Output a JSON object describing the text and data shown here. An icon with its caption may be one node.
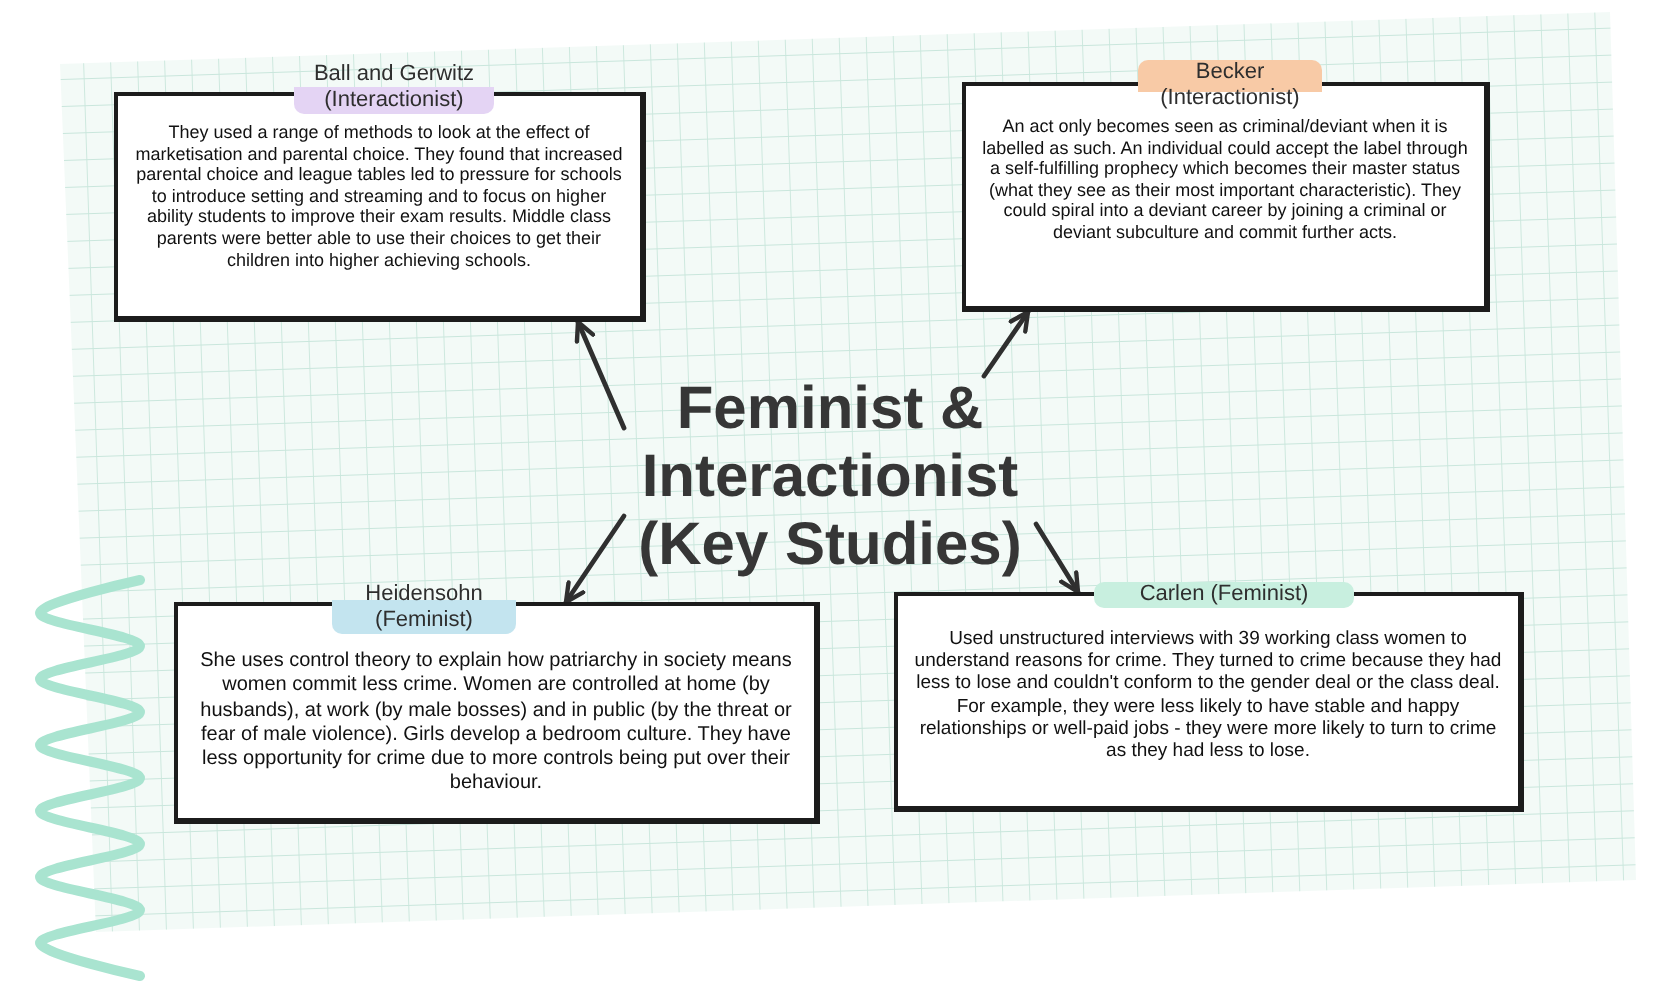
{
  "diagram": {
    "nodes": [
      {
        "text": [
          "Ball and Gerwitz (Interactionist)",
          "They used a range of methods to look at the effect of marketisation and parental choice. They found that increased parental choice and league tables led to pressure for schools to introduce setting and streaming and to focus on higher ability students to improve their exam results. Middle class parents were better able to use their choices to get their children into higher achieving schools."
        ]
      },
      {
        "text": [
          "Becker (Interactionist)",
          "An act only becomes seen as criminal/deviant when it is labelled as such. An individual could accept the label through a self-fulfilling prophecy which becomes their master status (what they see as their most important characteristic). They could spiral into a deviant career by joining a criminal or deviant subculture and commit further acts."
        ]
      },
      {
        "text": [
          "Feminist & Interactionist (Key Studies)"
        ]
      },
      {
        "text": [
          "Heidensohn (Feminist)",
          "She uses control theory to explain how patriarchy in society means women commit less crime. Women are controlled at home (by husbands), at work (by male bosses) and in public (by the threat or fear of male violence). Girls develop a bedroom culture. They have less opportunity for crime due to more controls being put over their behaviour."
        ]
      },
      {
        "text": [
          "Carlen (Feminist)",
          "Used unstructured interviews with 39 working class women to understand reasons for crime. They turned to crime because they had less to lose and couldn't conform to the gender deal or the class deal. For example, they were less likely to have stable and happy relationships or well-paid jobs - they were more likely to turn to crime as they had less to lose."
        ]
      }
    ],
    "edges": [
      {
        "from": 2,
        "to": 0,
        "arrow": "to"
      },
      {
        "from": 2,
        "to": 1,
        "arrow": "to"
      },
      {
        "from": 2,
        "to": 3,
        "arrow": "to"
      },
      {
        "from": 2,
        "to": 4,
        "arrow": "to"
      }
    ]
  }
}
